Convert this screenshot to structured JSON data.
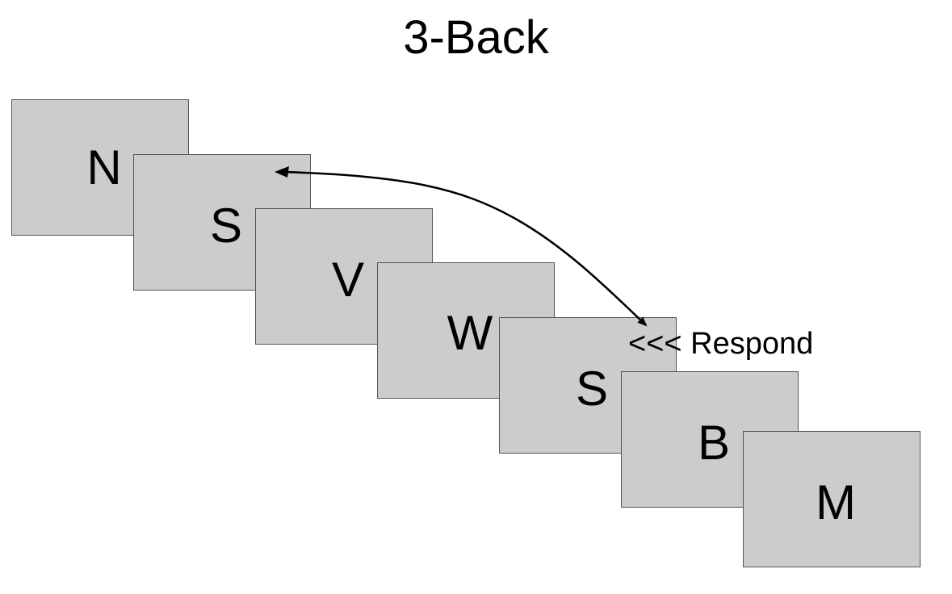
{
  "title": "3-Back",
  "cards": [
    {
      "letter": "N"
    },
    {
      "letter": "S"
    },
    {
      "letter": "V"
    },
    {
      "letter": "W"
    },
    {
      "letter": "S"
    },
    {
      "letter": "B"
    },
    {
      "letter": "M"
    }
  ],
  "respond_label": "<<< Respond",
  "colors": {
    "card_fill": "#cccccc",
    "card_border": "#555555",
    "text": "#000000"
  }
}
